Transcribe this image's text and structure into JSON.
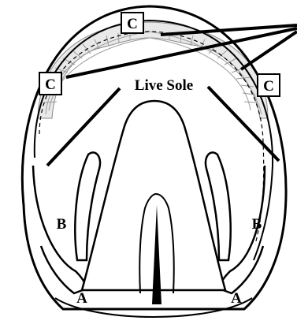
{
  "diagram": {
    "labels": {
      "c_top": "C",
      "c_left": "C",
      "c_right": "C",
      "live_sole": "Live Sole",
      "b_left": "B",
      "b_right": "B",
      "a_left": "A",
      "a_right": "A"
    }
  }
}
